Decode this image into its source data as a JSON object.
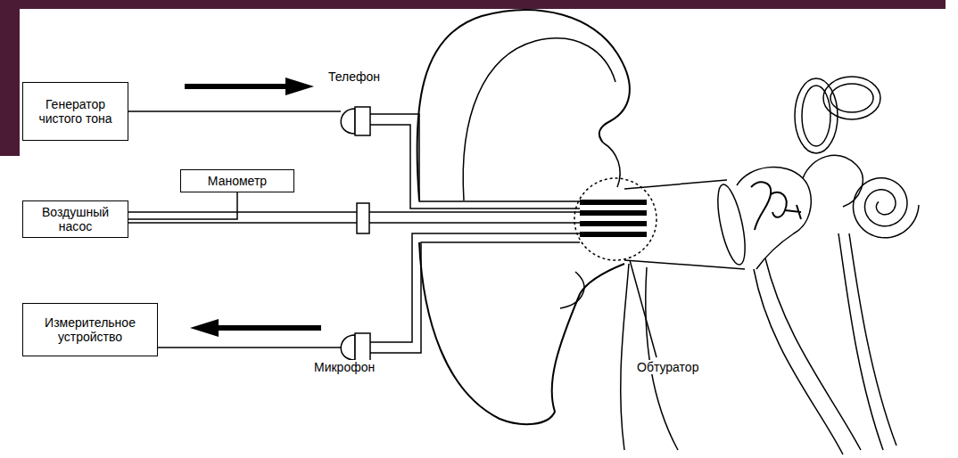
{
  "diagram": {
    "nodes": [
      {
        "text": [
          "Генератор чистого тона"
        ]
      },
      {
        "text": [
          "Манометр"
        ]
      },
      {
        "text": [
          "Воздушный насос"
        ]
      },
      {
        "text": [
          "Измерительное устройство"
        ]
      }
    ],
    "edges": [
      {
        "from": 1,
        "to": 2,
        "arrow": "none"
      }
    ],
    "labels": [
      "Телефон",
      "Микрофон",
      "Обтуратор"
    ]
  }
}
